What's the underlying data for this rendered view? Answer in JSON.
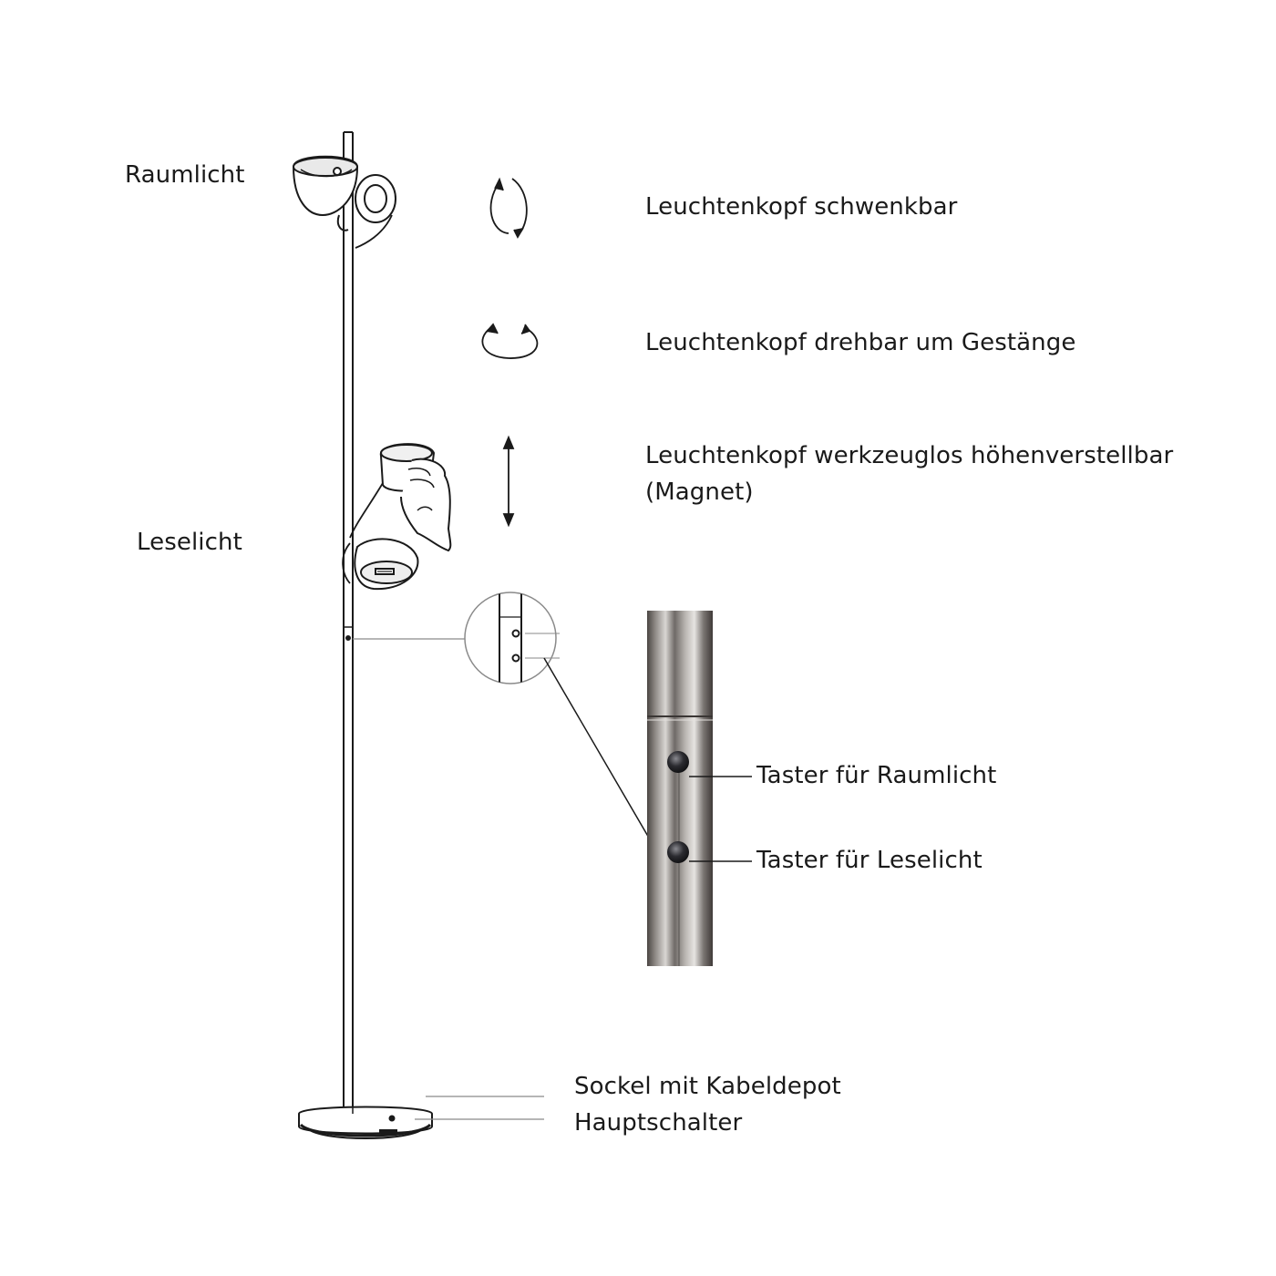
{
  "labels": {
    "raumlicht": "Raumlicht",
    "leselicht": "Leselicht",
    "schwenkbar": "Leuchtenkopf schwenkbar",
    "drehbar": "Leuchtenkopf drehbar um Gestänge",
    "hoehenverstellbar": "Leuchtenkopf werkzeuglos höhenverstellbar (Magnet)",
    "taster_raumlicht": "Taster für Raumlicht",
    "taster_leselicht": "Taster für Leselicht",
    "sockel": "Sockel mit Kabeldepot",
    "hauptschalter": "Hauptschalter"
  },
  "colors": {
    "line": "#1a1a1a",
    "leader": "#8a8a8a",
    "chrome_dark": "#5e5956",
    "chrome_light": "#d9d6d3"
  },
  "icons": {
    "swivel": "rotate-arrows-icon",
    "rotate_around_pole": "orbit-arrows-icon",
    "height_adjust": "double-arrow-vertical-icon"
  }
}
